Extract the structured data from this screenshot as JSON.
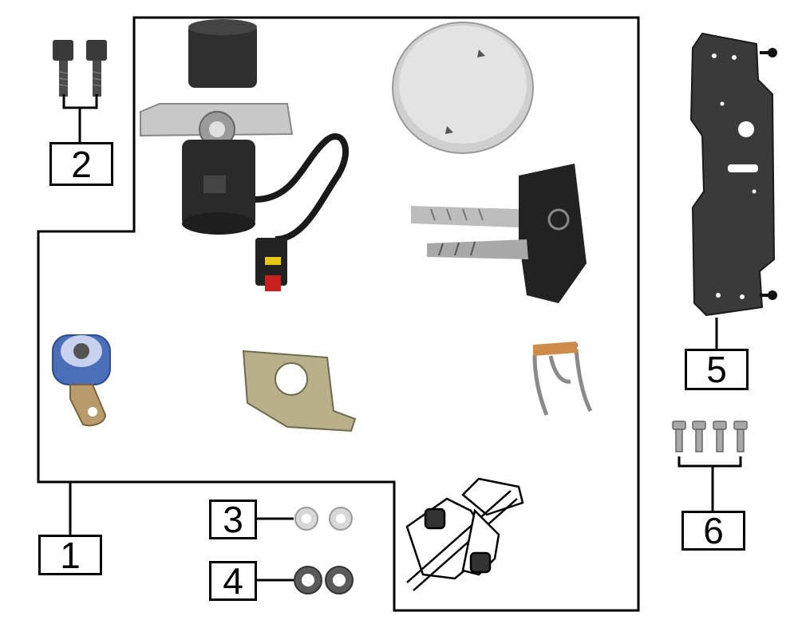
{
  "callouts": {
    "c1": "1",
    "c2": "2",
    "c3": "3",
    "c4": "4",
    "c5": "5",
    "c6": "6"
  },
  "colors": {
    "line": "#000000",
    "background": "#ffffff",
    "metal": "#b8b8b8",
    "dark_part": "#2a2a2a",
    "blue_lock": "#4a6fb8",
    "brass": "#b99a6a"
  },
  "parts": [
    {
      "callout": "1",
      "depicts": "ignition-switch-set"
    },
    {
      "callout": "2",
      "depicts": "socket-bolt-pair"
    },
    {
      "callout": "3",
      "depicts": "flat-washer-pair"
    },
    {
      "callout": "4",
      "depicts": "nut-pair"
    },
    {
      "callout": "5",
      "depicts": "mounting-bracket"
    },
    {
      "callout": "6",
      "depicts": "flange-bolt-set"
    }
  ]
}
